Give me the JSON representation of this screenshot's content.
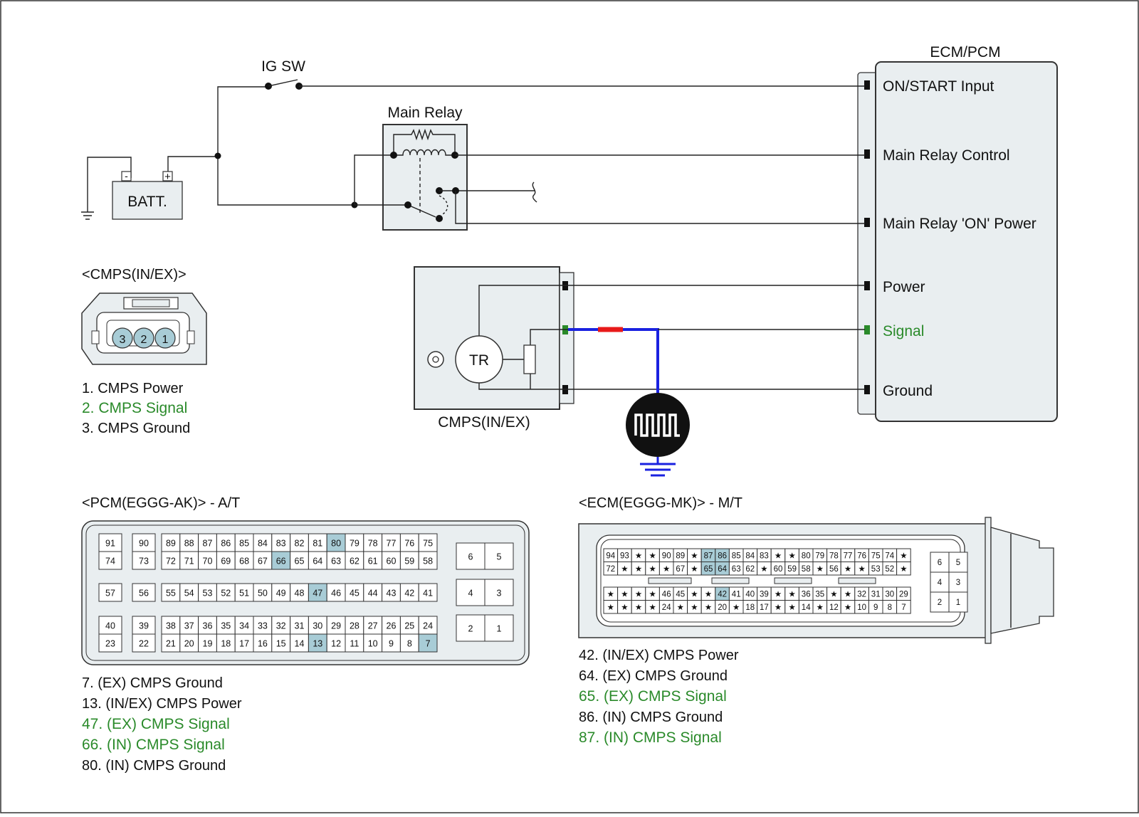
{
  "colors": {
    "panel": "#e9eef0",
    "pin_highlight": "#a8ccd6",
    "signal_green": "#2a8a2a",
    "wire_blue": "#1a22e0",
    "wire_red": "#e81a1a"
  },
  "title_ecm": "ECM/PCM",
  "ig_sw": "IG SW",
  "main_relay": "Main Relay",
  "batt": "BATT.",
  "batt_minus": "-",
  "batt_plus": "+",
  "ecm_pins": {
    "on_start": "ON/START Input",
    "relay_control": "Main Relay Control",
    "relay_on_power": "Main Relay 'ON' Power",
    "power": "Power",
    "signal": "Signal",
    "ground": "Ground"
  },
  "sensor": {
    "tr": "TR",
    "name": "CMPS(IN/EX)"
  },
  "cmps_connector": {
    "title": "<CMPS(IN/EX)>",
    "pins": [
      "3",
      "2",
      "1"
    ],
    "legend": [
      {
        "text": "1. CMPS Power",
        "signal": false
      },
      {
        "text": "2. CMPS Signal",
        "signal": true
      },
      {
        "text": "3. CMPS Ground",
        "signal": false
      }
    ]
  },
  "pcm": {
    "title": "<PCM(EGGG-AK)> - A/T",
    "left_pairs": [
      [
        "91",
        "74"
      ],
      [
        "90",
        "73"
      ],
      [
        "57",
        ""
      ],
      [
        "56",
        ""
      ],
      [
        "40",
        "23"
      ],
      [
        "39",
        "22"
      ]
    ],
    "row1": [
      "89",
      "88",
      "87",
      "86",
      "85",
      "84",
      "83",
      "82",
      "81",
      "80",
      "79",
      "78",
      "77",
      "76",
      "75"
    ],
    "row2": [
      "72",
      "71",
      "70",
      "69",
      "68",
      "67",
      "66",
      "65",
      "64",
      "63",
      "62",
      "61",
      "60",
      "59",
      "58"
    ],
    "row3": [
      "55",
      "54",
      "53",
      "52",
      "51",
      "50",
      "49",
      "48",
      "47",
      "46",
      "45",
      "44",
      "43",
      "42",
      "41"
    ],
    "row4": [
      "38",
      "37",
      "36",
      "35",
      "34",
      "33",
      "32",
      "31",
      "30",
      "29",
      "28",
      "27",
      "26",
      "25",
      "24"
    ],
    "row5": [
      "21",
      "20",
      "19",
      "18",
      "17",
      "16",
      "15",
      "14",
      "13",
      "12",
      "11",
      "10",
      "9",
      "8",
      "7"
    ],
    "right": [
      [
        "6",
        "5"
      ],
      [
        "4",
        "3"
      ],
      [
        "2",
        "1"
      ]
    ],
    "highlight": [
      "80",
      "66",
      "47",
      "13",
      "7"
    ],
    "legend": [
      {
        "text": "7. (EX) CMPS Ground",
        "signal": false
      },
      {
        "text": "13. (IN/EX) CMPS Power",
        "signal": false
      },
      {
        "text": "47. (EX) CMPS Signal",
        "signal": true
      },
      {
        "text": "66. (IN) CMPS Signal",
        "signal": true
      },
      {
        "text": "80. (IN) CMPS Ground",
        "signal": false
      }
    ]
  },
  "ecm": {
    "title": "<ECM(EGGG-MK)> - M/T",
    "row1": [
      "94",
      "93",
      "★",
      "★",
      "90",
      "89",
      "★",
      "87",
      "86",
      "85",
      "84",
      "83",
      "★",
      "★",
      "80",
      "79",
      "78",
      "77",
      "76",
      "75",
      "74",
      "★"
    ],
    "row2": [
      "72",
      "★",
      "★",
      "★",
      "★",
      "67",
      "★",
      "65",
      "64",
      "63",
      "62",
      "★",
      "60",
      "59",
      "58",
      "★",
      "56",
      "★",
      "★",
      "53",
      "52",
      "★"
    ],
    "row3": [
      "★",
      "★",
      "★",
      "★",
      "46",
      "45",
      "★",
      "★",
      "42",
      "41",
      "40",
      "39",
      "★",
      "★",
      "36",
      "35",
      "★",
      "★",
      "32",
      "31",
      "30",
      "29"
    ],
    "row4": [
      "★",
      "★",
      "★",
      "★",
      "24",
      "★",
      "★",
      "★",
      "20",
      "★",
      "18",
      "17",
      "★",
      "★",
      "14",
      "★",
      "12",
      "★",
      "10",
      "9",
      "8",
      "7"
    ],
    "right": [
      [
        "6",
        "5"
      ],
      [
        "4",
        "3"
      ],
      [
        "2",
        "1"
      ]
    ],
    "highlight": [
      "87",
      "86",
      "65",
      "64",
      "42"
    ],
    "legend": [
      {
        "text": "42. (IN/EX) CMPS Power",
        "signal": false
      },
      {
        "text": "64. (EX) CMPS Ground",
        "signal": false
      },
      {
        "text": "65. (EX) CMPS Signal",
        "signal": true
      },
      {
        "text": "86. (IN) CMPS Ground",
        "signal": false
      },
      {
        "text": "87. (IN) CMPS Signal",
        "signal": true
      }
    ]
  }
}
